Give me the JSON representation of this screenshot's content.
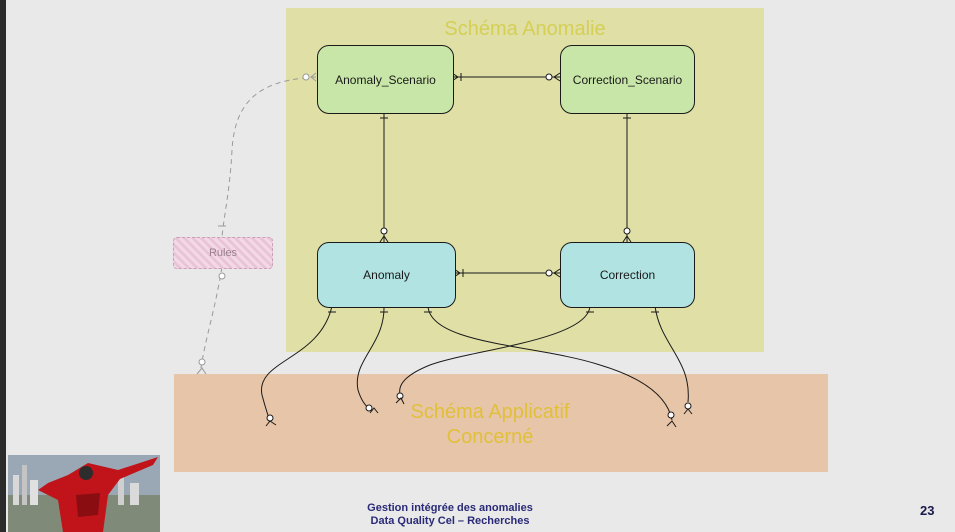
{
  "regions": {
    "anomalie_title": "Schéma Anomalie",
    "applicatif_title_line1": "Schéma Applicatif",
    "applicatif_title_line2": "Concerné"
  },
  "entities": {
    "anomaly_scenario": "Anomaly_Scenario",
    "correction_scenario": "Correction_Scenario",
    "anomaly": "Anomaly",
    "correction": "Correction",
    "rules": "Rules"
  },
  "footer": {
    "line1": "Gestion intégrée des anomalies",
    "line2": "Data Quality Cel – Recherches",
    "page_number": "23"
  },
  "colors": {
    "anomalie_region": "#dfdfa6",
    "applicatif_region": "#e7c5a8",
    "scenario_entity": "#c8e6a8",
    "core_entity": "#b2e3e3",
    "footer_text": "#2a2a78"
  }
}
